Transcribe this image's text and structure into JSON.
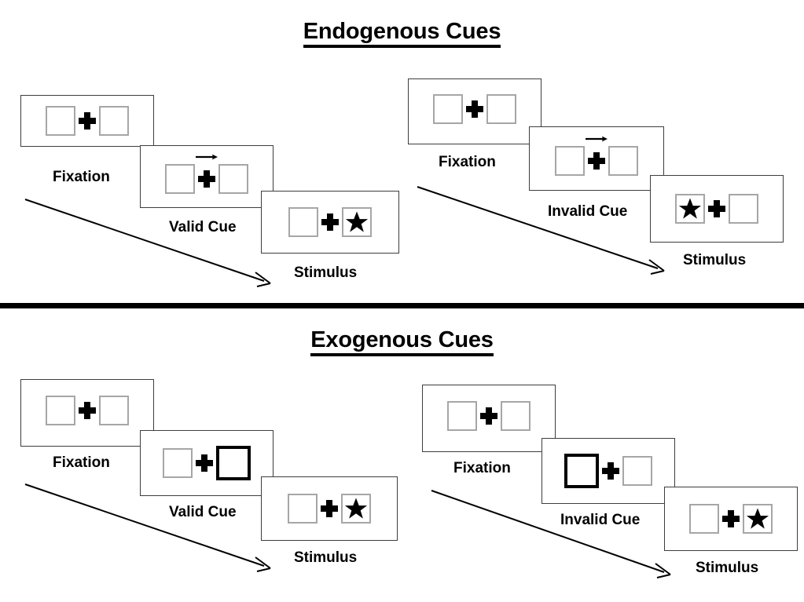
{
  "figure": {
    "sections": [
      {
        "id": "endogenous",
        "title": "Endogenous Cues",
        "groups": [
          {
            "id": "endogenous-valid",
            "validity": "valid",
            "steps": [
              {
                "label": "Fixation",
                "cue": "none",
                "cue_side": "none",
                "target_side": "none"
              },
              {
                "label": "Valid Cue",
                "cue": "arrow",
                "cue_side": "right",
                "target_side": "none"
              },
              {
                "label": "Stimulus",
                "cue": "none",
                "cue_side": "none",
                "target_side": "right"
              }
            ]
          },
          {
            "id": "endogenous-invalid",
            "validity": "invalid",
            "steps": [
              {
                "label": "Fixation",
                "cue": "none",
                "cue_side": "none",
                "target_side": "none"
              },
              {
                "label": "Invalid Cue",
                "cue": "arrow",
                "cue_side": "right",
                "target_side": "none"
              },
              {
                "label": "Stimulus",
                "cue": "none",
                "cue_side": "none",
                "target_side": "left"
              }
            ]
          }
        ]
      },
      {
        "id": "exogenous",
        "title": "Exogenous Cues",
        "groups": [
          {
            "id": "exogenous-valid",
            "validity": "valid",
            "steps": [
              {
                "label": "Fixation",
                "cue": "none",
                "cue_side": "none",
                "target_side": "none"
              },
              {
                "label": "Valid Cue",
                "cue": "box",
                "cue_side": "right",
                "target_side": "none"
              },
              {
                "label": "Stimulus",
                "cue": "none",
                "cue_side": "none",
                "target_side": "right"
              }
            ]
          },
          {
            "id": "exogenous-invalid",
            "validity": "invalid",
            "steps": [
              {
                "label": "Fixation",
                "cue": "none",
                "cue_side": "none",
                "target_side": "none"
              },
              {
                "label": "Invalid Cue",
                "cue": "box",
                "cue_side": "left",
                "target_side": "none"
              },
              {
                "label": "Stimulus",
                "cue": "none",
                "cue_side": "none",
                "target_side": "right"
              }
            ]
          }
        ]
      }
    ],
    "icons": {
      "fixation_mark": "plus-icon",
      "cue_arrow": "right-arrow-icon",
      "target": "star-icon",
      "time_flow": "diagonal-arrow-icon"
    },
    "colors": {
      "panel_border": "#3d3d3d",
      "placeholder_border": "#a6a6a6",
      "cue_highlight": "#000000",
      "text": "#000000",
      "background": "#ffffff",
      "divider": "#000000"
    }
  }
}
